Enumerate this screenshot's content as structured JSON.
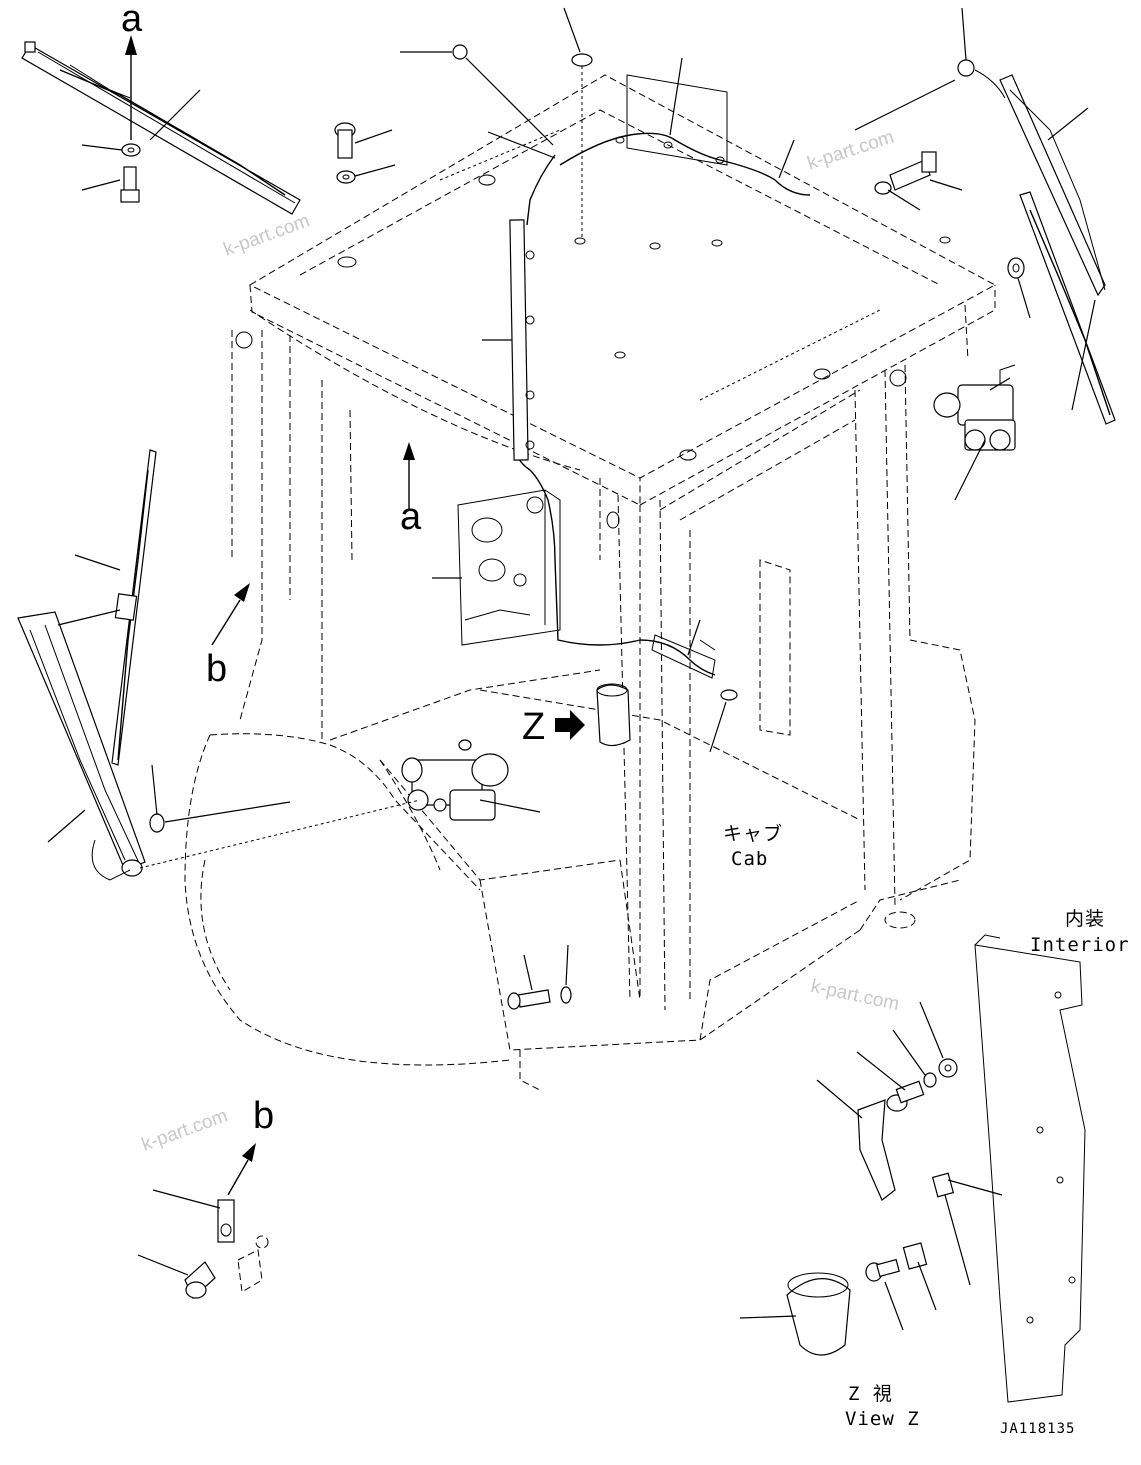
{
  "diagram": {
    "view_labels": {
      "a_top": "a",
      "a_mid": "a",
      "b_left": "b",
      "b_bottom": "b",
      "z_arrow": "Z"
    },
    "cab_label_jp": "キャブ",
    "cab_label_en": "Cab",
    "interior_label_jp": "内装",
    "interior_label_en": "Interior",
    "view_z_jp": "Z 視",
    "view_z_en": "View Z",
    "drawing_code": "JA118135",
    "watermark": "k-part.com"
  },
  "colors": {
    "line": "#000000",
    "watermark": "#c8c8c8",
    "background": "#ffffff"
  }
}
